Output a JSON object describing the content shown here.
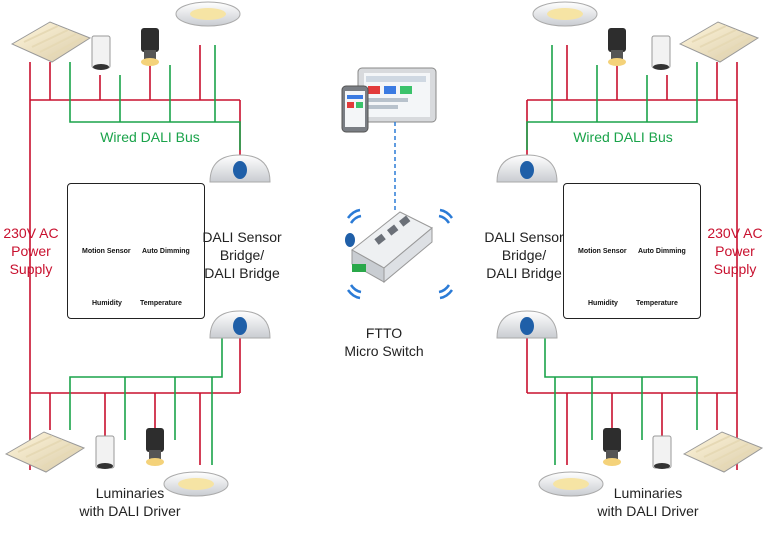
{
  "left": {
    "bus_label": "Wired DALI Bus",
    "power_label": [
      "230V AC",
      "Power",
      "Supply"
    ],
    "bridge_label": [
      "DALI Sensor",
      "Bridge/",
      "DALI Bridge"
    ],
    "luminaires_label": [
      "Luminaries",
      "with DALI Driver"
    ]
  },
  "right": {
    "bus_label": "Wired DALI Bus",
    "power_label": [
      "230V AC",
      "Power",
      "Supply"
    ],
    "bridge_label": [
      "DALI Sensor",
      "Bridge/",
      "DALI Bridge"
    ],
    "luminaires_label": [
      "Luminaries",
      "with DALI Driver"
    ]
  },
  "sensors": {
    "motion": "Motion Sensor",
    "dimming": "Auto Dimming",
    "humidity": "Humidity",
    "temperature": "Temperature"
  },
  "switch_label": [
    "FTTO",
    "Micro Switch"
  ],
  "colors": {
    "power": "#c8102e",
    "bus": "#1aa34a",
    "network": "#2b7bd6"
  }
}
